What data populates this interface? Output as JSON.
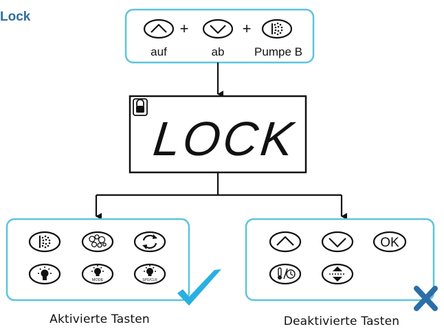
{
  "page": {
    "title": "Lock"
  },
  "combo": {
    "keys": [
      {
        "icon": "chevron-up-icon",
        "label": "auf"
      },
      {
        "icon": "chevron-down-icon",
        "label": "ab"
      },
      {
        "icon": "pump-icon",
        "label": "Pumpe B"
      }
    ],
    "plus": "+"
  },
  "display": {
    "text": "LOCK",
    "icon": "padlock-icon"
  },
  "active": {
    "caption": "Aktivierte Tasten",
    "icons": [
      "pump-icon",
      "bubbles-icon",
      "cycle-icon",
      "light-icon",
      "light-mode-icon",
      "light-spd-clr-icon"
    ],
    "mode_label": "MODE",
    "spd_label": "SPD/CLR",
    "status_icon": "checkmark-icon"
  },
  "inactive": {
    "caption": "Deaktivierte Tasten",
    "icons": [
      "chevron-up-icon",
      "chevron-down-icon",
      "ok-button",
      "temp-clock-icon",
      "up-down-icon"
    ],
    "ok_label": "OK",
    "status_icon": "cross-icon"
  },
  "colors": {
    "frame": "#5cc4dc",
    "title": "#2d6e9e",
    "check": "#29b0e2",
    "cross": "#2b6ea8"
  }
}
